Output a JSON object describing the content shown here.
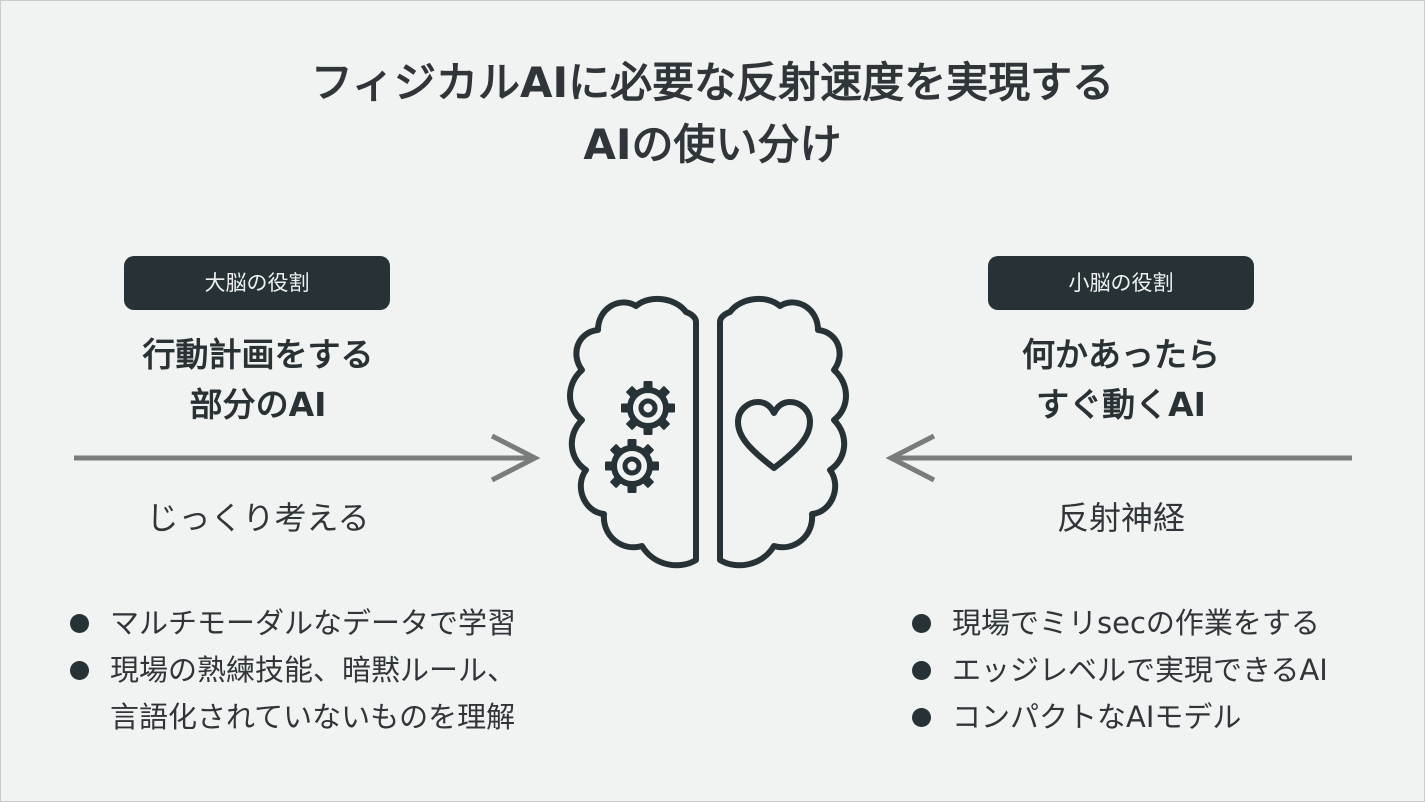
{
  "title": {
    "line1": "フィジカルAIに必要な反射速度を実現する",
    "line2": "AIの使い分け"
  },
  "left": {
    "tag": "大脳の役割",
    "headline_line1": "行動計画をする",
    "headline_line2": "部分のAI",
    "sub": "じっくり考える",
    "bullets": [
      "マルチモーダルなデータで学習",
      "現場の熟練技能、暗黙ルール、"
    ],
    "bullet_continuation": "言語化されていないものを理解"
  },
  "right": {
    "tag": "小脳の役割",
    "headline_line1": "何かあったら",
    "headline_line2": "すぐ動くAI",
    "sub": "反射神経",
    "bullets": [
      "現場でミリsecの作業をする",
      "エッジレベルで実現できるAI",
      "コンパクトなAIモデル"
    ]
  },
  "icons": {
    "center": "brain-icon",
    "left_hemisphere": "gears-icon",
    "right_hemisphere": "heart-icon"
  },
  "colors": {
    "background": "#f1f3f2",
    "tag_bg": "#263236",
    "arrow": "#7a7c7c",
    "text": "#2b3236"
  }
}
